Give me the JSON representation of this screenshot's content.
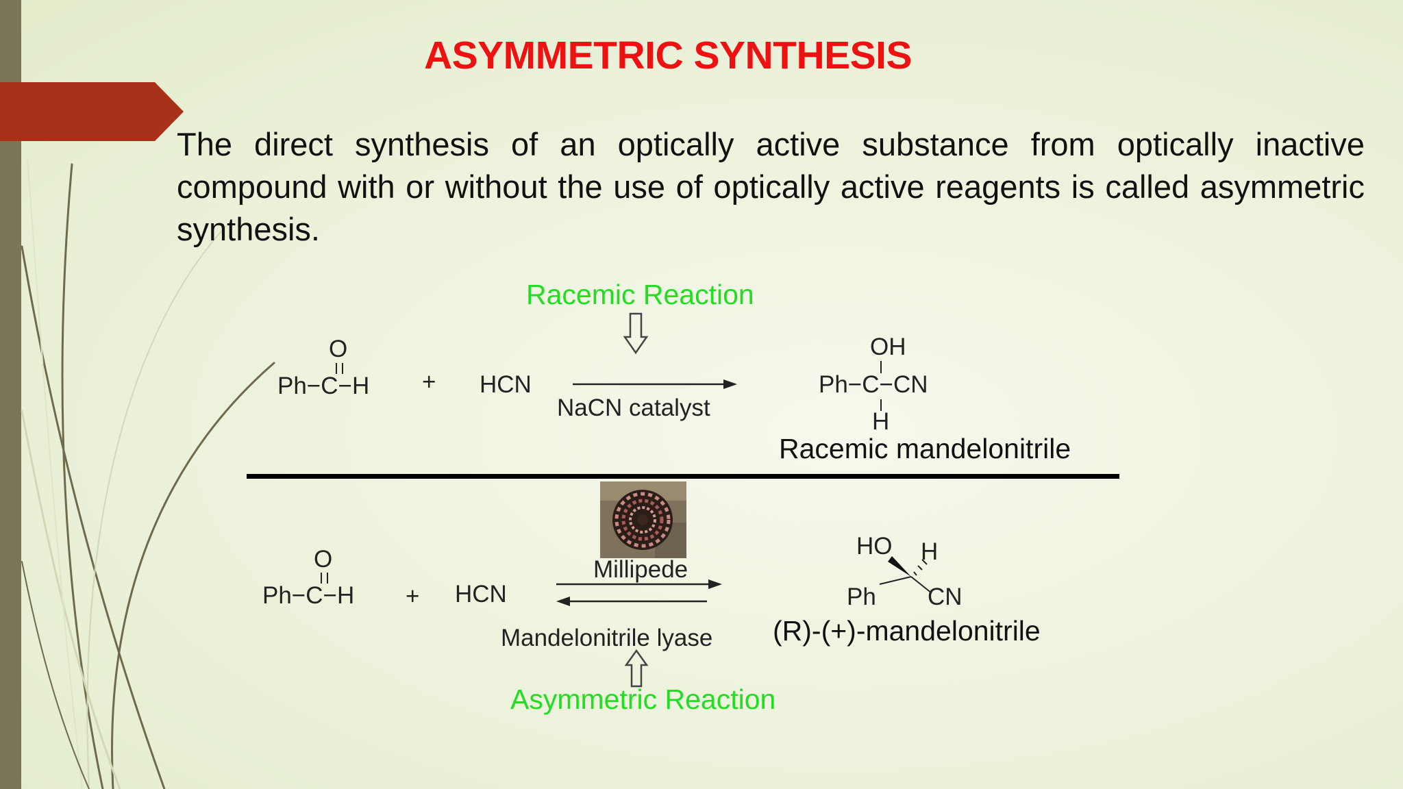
{
  "slide": {
    "title": "ASYMMETRIC SYNTHESIS",
    "definition": "The direct synthesis of an optically active substance from optically inactive compound with or without the use of optically active reagents is called asymmetric synthesis."
  },
  "racemic": {
    "header": "Racemic Reaction",
    "reactant_o": "O",
    "reactant": "Ph−C−H",
    "plus": "+",
    "reagent": "HCN",
    "catalyst": "NaCN catalyst",
    "product_top": "OH",
    "product": "Ph−C−CN",
    "product_bottom": "H",
    "product_name": "Racemic mandelonitrile"
  },
  "asymmetric": {
    "reactant_o": "O",
    "reactant": "Ph−C−H",
    "plus": "+",
    "reagent": "HCN",
    "source": "Millipede",
    "enzyme": "Mandelonitrile lyase",
    "product_ho": "HO",
    "product_h": "H",
    "product_ph": "Ph",
    "product_cn": "CN",
    "product_name": "(R)-(+)-mandelonitrile",
    "footer": "Asymmetric Reaction"
  },
  "colors": {
    "title": "#ee1111",
    "reaction_label": "#22dd22",
    "accent": "#a83219",
    "side_bar": "#7b7657"
  }
}
